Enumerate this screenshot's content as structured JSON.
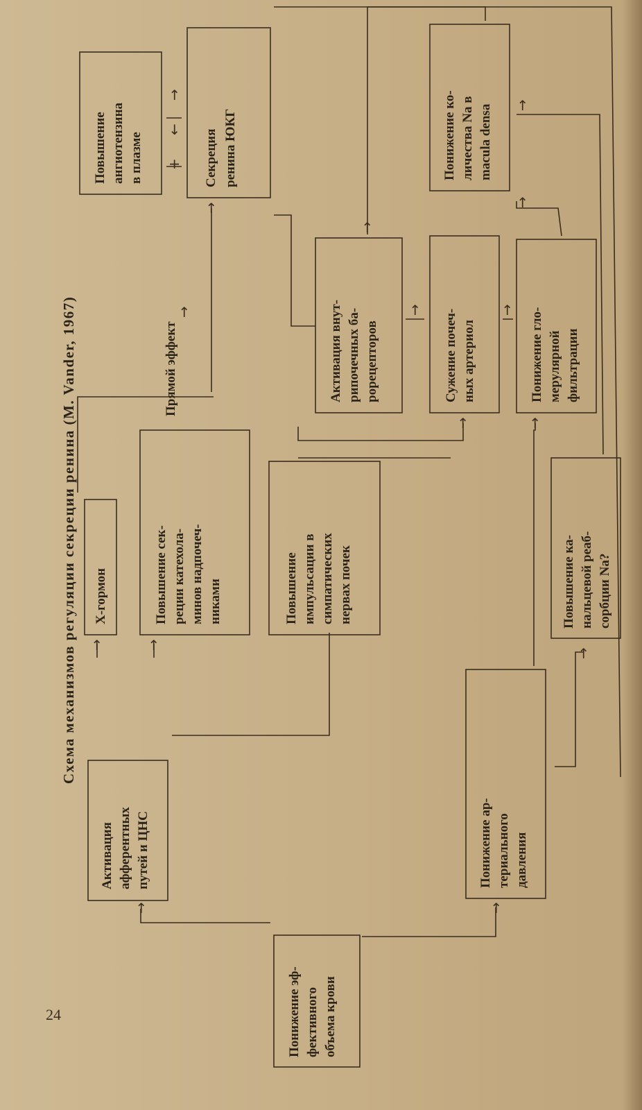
{
  "page_number": "24",
  "title": "Схема механизмов регуляции секреции ренина (M. Vander, 1967)",
  "direct_effect_label": "Прямой эффект",
  "boxes": {
    "blood_volume": [
      "Понижение эф-",
      "фективного",
      "объема крови"
    ],
    "afferent": [
      "Активация",
      "афферентных",
      "путей и ЦНС"
    ],
    "x_hormone": [
      "X-гормон"
    ],
    "catecholamines": [
      "Повышение сек-",
      "реции катехола-",
      "минов надпочеч-",
      "никами"
    ],
    "sympathetic": [
      "Повышение",
      "импульсации в",
      "симпатических",
      "нервах почек"
    ],
    "arterial_pressure": [
      "Понижение   ар-",
      "териального",
      "давления"
    ],
    "na_reabsorption": [
      "Повышение ка-",
      "нальцевой реаб-",
      "сорбции Na?"
    ],
    "baroreceptors": [
      "Активация внут-",
      "рипочечных ба-",
      "рорецепторов"
    ],
    "arterioles": [
      "Сужение почеч-",
      "ных артериол"
    ],
    "glomerular": [
      "Понижение гло-",
      "мерулярной",
      "фильтрации"
    ],
    "angiotensin": [
      "Повышение",
      "ангиотензина",
      "в плазме"
    ],
    "renin": [
      "Секреция",
      "ренина ЮКГ"
    ],
    "macula_densa": [
      "Понижение ко-",
      "личества Na в",
      "macula densa"
    ]
  },
  "symbols": {
    "arrow": "→",
    "plus": "+",
    "pair_left": "←",
    "pair_right": "→"
  }
}
